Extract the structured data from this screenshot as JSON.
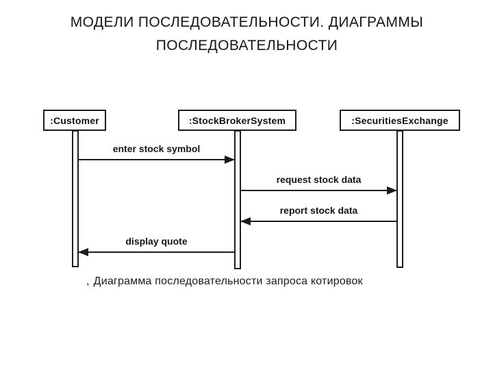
{
  "slide": {
    "title_line1": "МОДЕЛИ ПОСЛЕДОВАТЕЛЬНОСТИ. ДИАГРАММЫ",
    "title_line2": "ПОСЛЕДОВАТЕЛЬНОСТИ"
  },
  "diagram": {
    "type": "uml-sequence-diagram",
    "actors": [
      {
        "name": ":Customer"
      },
      {
        "name": ":StockBrokerSystem"
      },
      {
        "name": ":SecuritiesExchange"
      }
    ],
    "messages": [
      {
        "label": "enter stock symbol",
        "from": ":Customer",
        "to": ":StockBrokerSystem",
        "direction": "right"
      },
      {
        "label": "request stock data",
        "from": ":StockBrokerSystem",
        "to": ":SecuritiesExchange",
        "direction": "right"
      },
      {
        "label": "report stock data",
        "from": ":SecuritiesExchange",
        "to": ":StockBrokerSystem",
        "direction": "left"
      },
      {
        "label": "display quote",
        "from": ":StockBrokerSystem",
        "to": ":Customer",
        "direction": "left"
      }
    ],
    "caption_prefix": ",",
    "caption": "Диаграмма последовательности запроса котировок"
  },
  "colors": {
    "background": "#ffffff",
    "ink": "#1c1c1c"
  }
}
